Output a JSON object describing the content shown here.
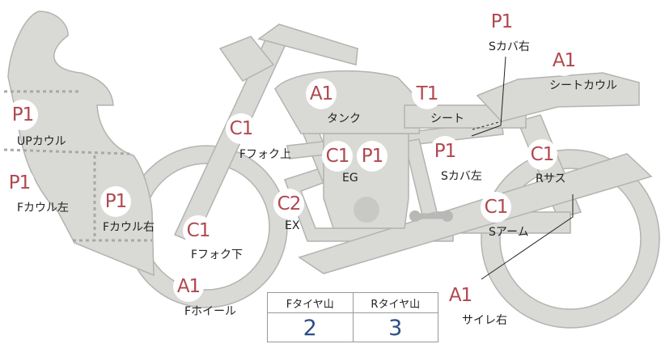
{
  "colors": {
    "part_fill": "#d9d9d6",
    "part_stroke": "#b3b3b0",
    "dots": "#a8a8a8",
    "marker_text": "#b0484f",
    "value_text": "#2b4f86"
  },
  "parts": [
    {
      "id": "s-cover-r",
      "marker": "P1",
      "label": "Sカバ右"
    },
    {
      "id": "seat-cowl",
      "marker": "A1",
      "label": "シートカウル"
    },
    {
      "id": "tank",
      "marker": "A1",
      "label": "タンク"
    },
    {
      "id": "seat",
      "marker": "T1",
      "label": "シート"
    },
    {
      "id": "fork-upper",
      "marker": "C1",
      "label": "Fフォク上"
    },
    {
      "id": "up-cowl",
      "marker": "P1",
      "label": "UPカウル"
    },
    {
      "id": "engine",
      "marker": "C1",
      "marker2": "P1",
      "label": "EG"
    },
    {
      "id": "s-cover-l",
      "marker": "P1",
      "label": "Sカバ左"
    },
    {
      "id": "r-suspension",
      "marker": "C1",
      "label": "Rサス"
    },
    {
      "id": "f-cowl-l",
      "marker": "P1",
      "label": "Fカウル左"
    },
    {
      "id": "f-cowl-r",
      "marker": "P1",
      "label": "Fカウル右"
    },
    {
      "id": "exhaust",
      "marker": "C2",
      "label": "EX"
    },
    {
      "id": "swingarm",
      "marker": "C1",
      "label": "Sアーム"
    },
    {
      "id": "fork-lower",
      "marker": "C1",
      "label": "Fフォク下"
    },
    {
      "id": "front-wheel",
      "marker": "A1",
      "label": "Fホイール"
    },
    {
      "id": "silencer-r",
      "marker": "A1",
      "label": "サイレ右"
    }
  ],
  "tires": {
    "front_header": "Fタイヤ山",
    "rear_header": "Rタイヤ山",
    "front_value": "2",
    "rear_value": "3"
  }
}
